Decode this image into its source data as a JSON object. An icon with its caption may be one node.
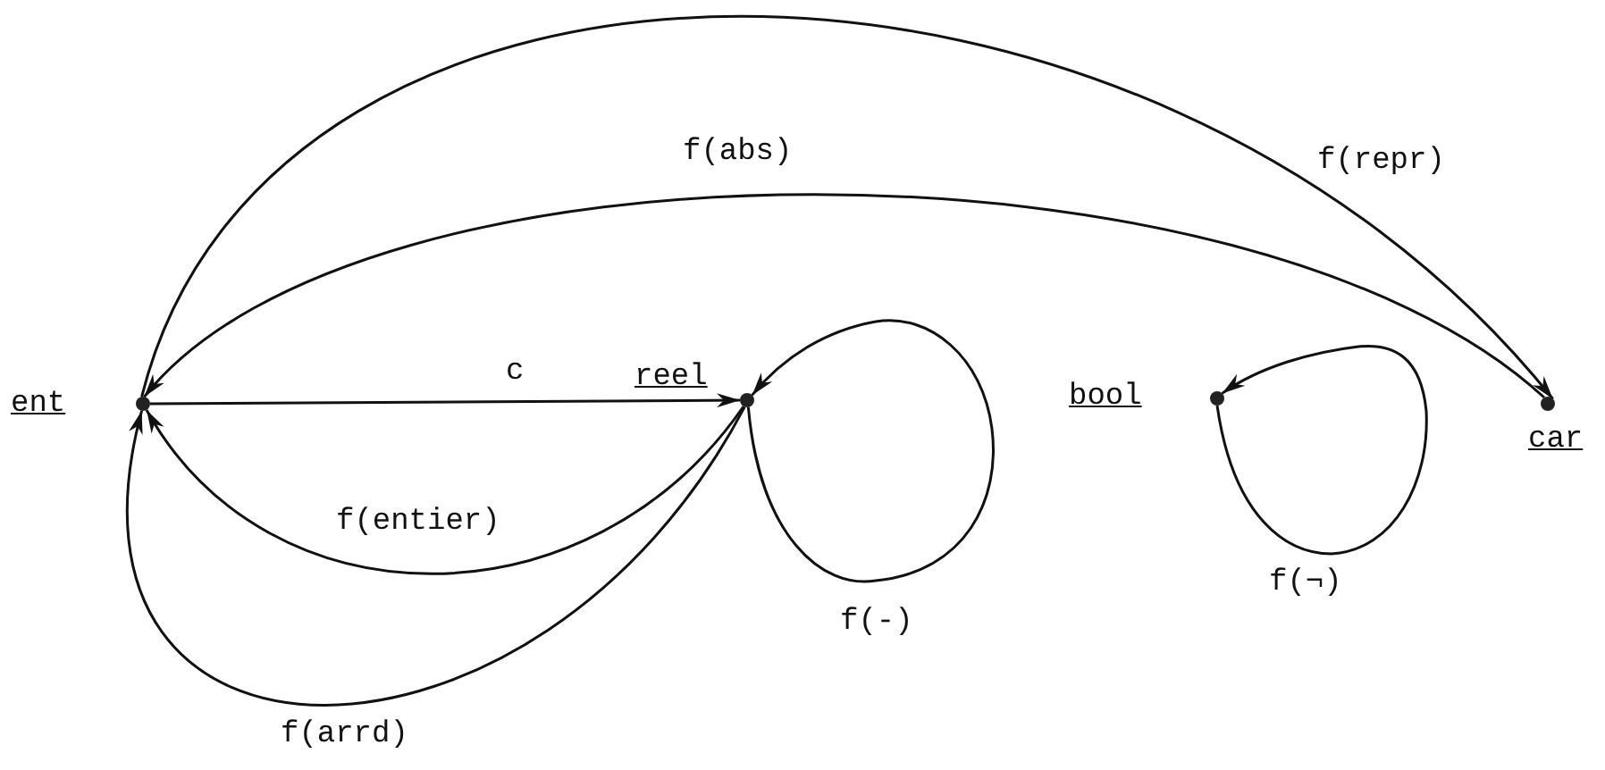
{
  "diagram": {
    "nodes": [
      {
        "text": [],
        "shape": "circle",
        "beside": [
          "ent"
        ]
      },
      {
        "text": [],
        "shape": "circle",
        "beside": [
          "reel"
        ]
      },
      {
        "text": [],
        "shape": "circle",
        "beside": [
          "bool"
        ]
      },
      {
        "text": [],
        "shape": "circle",
        "beside": [
          "car"
        ]
      }
    ],
    "edges": [
      {
        "from": 0,
        "to": 3,
        "arrow": "to",
        "label": "f(repr)"
      },
      {
        "from": 3,
        "to": 0,
        "arrow": "to",
        "label": "f(abs)"
      },
      {
        "from": 0,
        "to": 1,
        "arrow": "to",
        "label": "c"
      },
      {
        "from": 1,
        "to": 0,
        "arrow": "to",
        "label": "f(entier)"
      },
      {
        "from": 1,
        "to": 0,
        "arrow": "to",
        "label": "f(arrd)"
      },
      {
        "from": 1,
        "to": 1,
        "arrow": "to",
        "label": "f(-)"
      },
      {
        "from": 2,
        "to": 2,
        "arrow": "to",
        "label": "f(¬)"
      }
    ]
  }
}
